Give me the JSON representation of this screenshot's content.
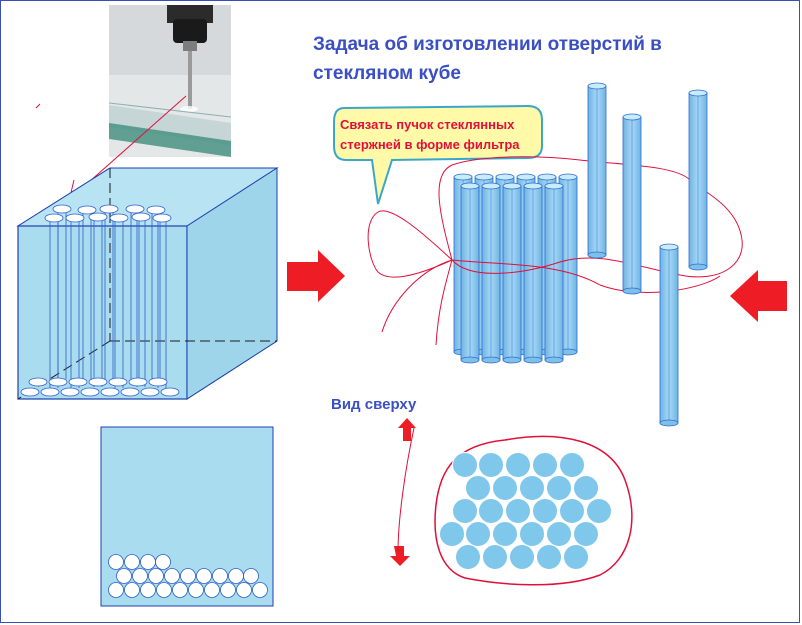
{
  "title": {
    "line1": "Задача об изготовлении отверстий в",
    "line2": "стекляном кубе"
  },
  "callout": {
    "line1": "Связать пучок стеклянных",
    "line2": "стержней в форме фильтра"
  },
  "top_view_label": "Вид сверху",
  "colors": {
    "glass_fill": "#a9dcee",
    "rod_fill": "#7fc0ea",
    "rod_stroke": "#2e6fd0",
    "outline_red": "#e0103a",
    "arrow_red": "#ee1c24",
    "text_blue": "#3a4fc4",
    "callout_fill": "#fff9a8",
    "callout_stroke": "#3aa7c9"
  },
  "icons": {
    "photo": "drill-photo",
    "right_arrow": "red-arrow-right",
    "left_arrow": "red-arrow-left",
    "up_arrow": "red-arrow-up",
    "down_arrow": "red-arrow-down"
  }
}
